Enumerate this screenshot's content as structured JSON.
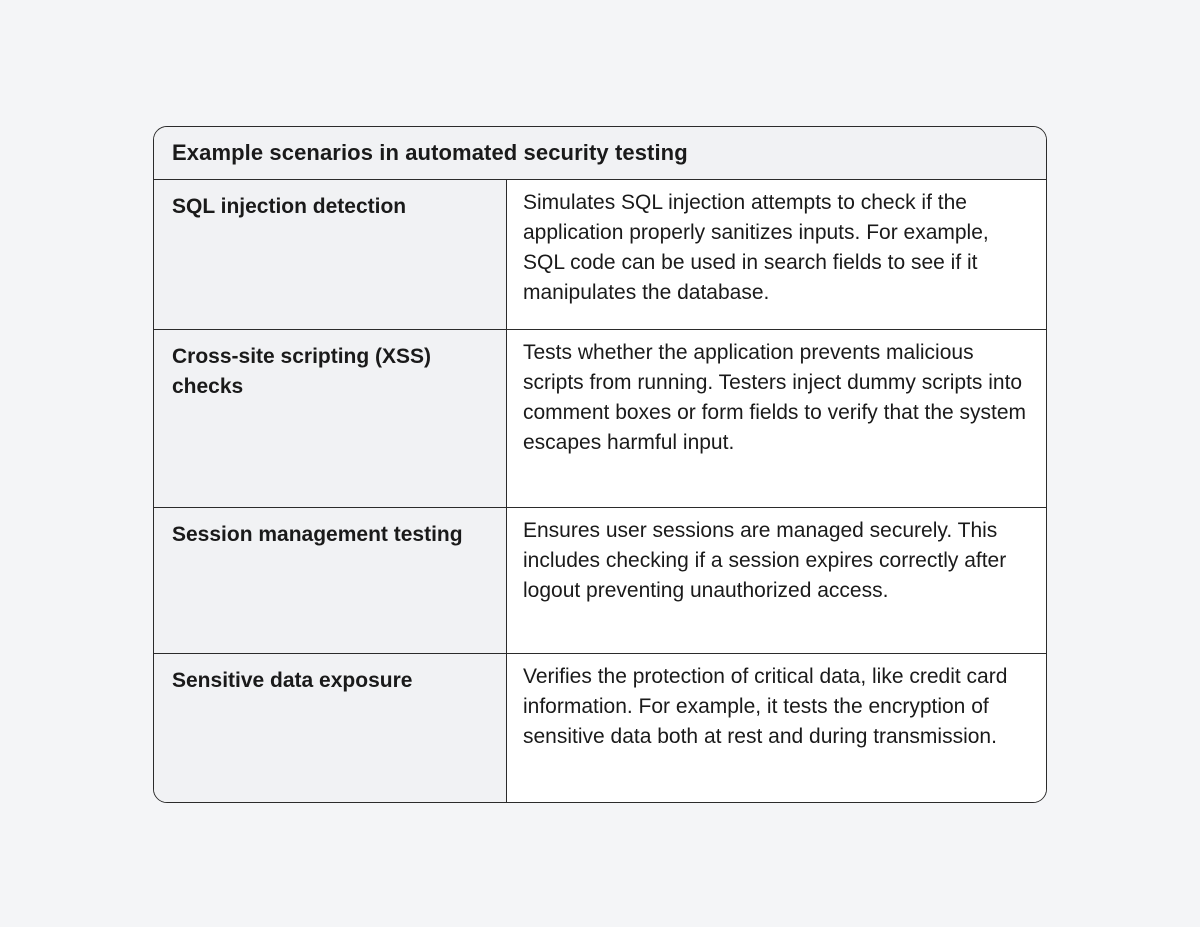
{
  "table": {
    "title": "Example scenarios in automated security testing",
    "rows": [
      {
        "name": "SQL injection detection",
        "description": "Simulates SQL injection attempts to check if the application properly sanitizes inputs. For example, SQL code can be used in search fields to see if it manipulates the database."
      },
      {
        "name": "Cross-site scripting (XSS) checks",
        "description": "Tests whether the application prevents malicious scripts from running. Testers inject dummy scripts into comment boxes or form fields to verify that the system escapes harmful input."
      },
      {
        "name": "Session management testing",
        "description": "Ensures user sessions are managed securely. This includes checking if a session expires correctly after logout preventing unauthorized access."
      },
      {
        "name": "Sensitive data exposure",
        "description": "Verifies the protection of critical data, like credit card information. For example, it tests the encryption of sensitive data both at rest and during transmission."
      }
    ]
  }
}
